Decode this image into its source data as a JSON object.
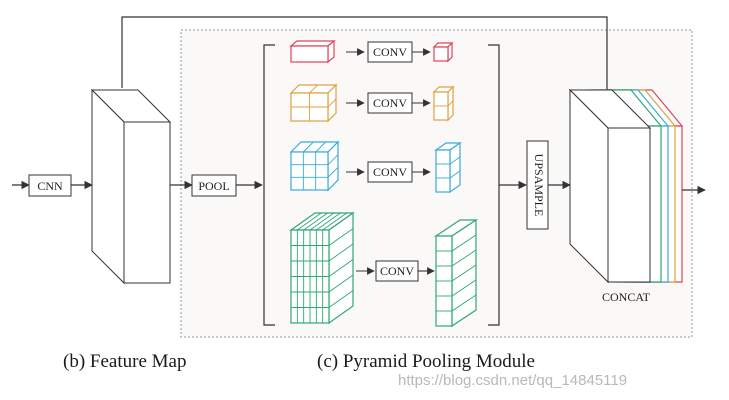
{
  "labels": {
    "cnn": "CNN",
    "pool": "POOL",
    "conv": "CONV",
    "upsample": "UPSAMPLE",
    "concat": "CONCAT"
  },
  "captions": {
    "feature_map": "(b) Feature Map",
    "ppm": "(c) Pyramid Pooling Module"
  },
  "watermark": "https://blog.csdn.net/qq_14845119",
  "colors": {
    "line": "#333333",
    "module_border": "#999999",
    "module_fill": "#fbf8f8",
    "red": "#e0435a",
    "orange": "#e0a040",
    "blue": "#3aaad8",
    "green": "#2ea872"
  },
  "pyramid_levels": [
    {
      "grid": 1,
      "color": "red"
    },
    {
      "grid": 2,
      "color": "orange"
    },
    {
      "grid": 3,
      "color": "blue"
    },
    {
      "grid": 6,
      "color": "green"
    }
  ]
}
